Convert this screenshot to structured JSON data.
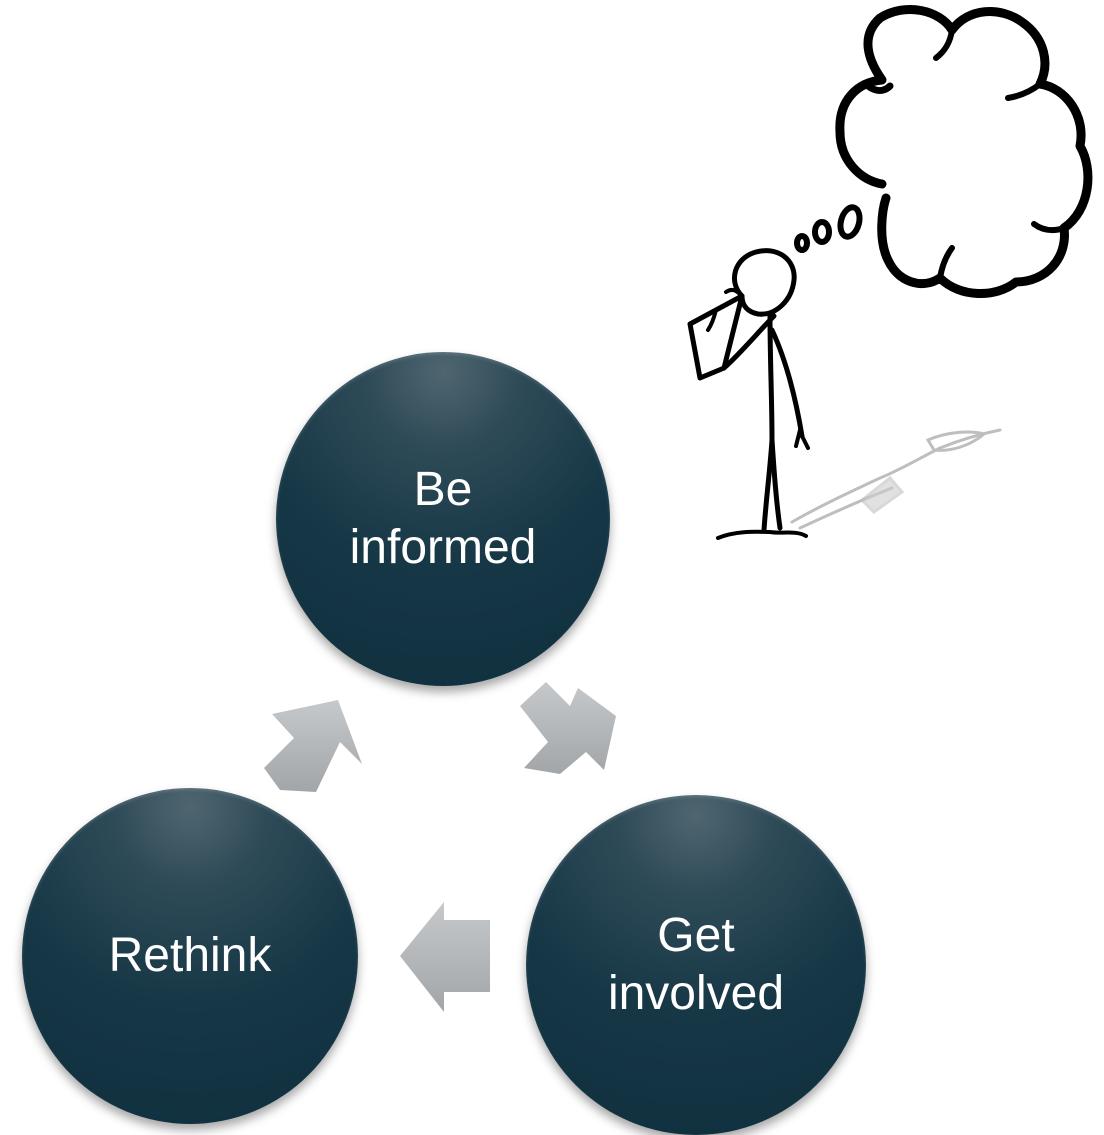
{
  "cycle": {
    "steps": [
      {
        "line1": "Be",
        "line2": "informed"
      },
      {
        "line1": "Get",
        "line2": "involved"
      },
      {
        "line1": "Rethink",
        "line2": ""
      }
    ]
  },
  "colors": {
    "circle_fill": "#163746",
    "arrow_fill": "#a9adb0",
    "sketch_stroke": "#000000",
    "shadow": "#b8b8b8"
  },
  "icons": [
    "thought-cloud-icon",
    "stick-figure-icon",
    "cycle-arrow-icon"
  ]
}
